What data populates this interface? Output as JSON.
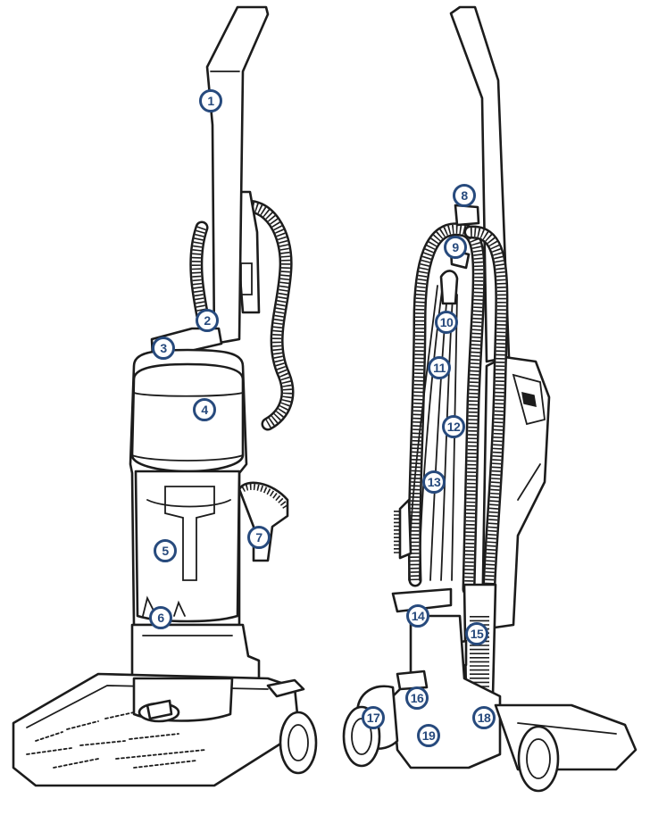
{
  "callouts": [
    {
      "id": "1",
      "label": "1"
    },
    {
      "id": "2",
      "label": "2"
    },
    {
      "id": "3",
      "label": "3"
    },
    {
      "id": "4",
      "label": "4"
    },
    {
      "id": "5",
      "label": "5"
    },
    {
      "id": "6",
      "label": "6"
    },
    {
      "id": "7",
      "label": "7"
    },
    {
      "id": "8",
      "label": "8"
    },
    {
      "id": "9",
      "label": "9"
    },
    {
      "id": "10",
      "label": "10"
    },
    {
      "id": "11",
      "label": "11"
    },
    {
      "id": "12",
      "label": "12"
    },
    {
      "id": "13",
      "label": "13"
    },
    {
      "id": "14",
      "label": "14"
    },
    {
      "id": "15",
      "label": "15"
    },
    {
      "id": "16",
      "label": "16"
    },
    {
      "id": "17",
      "label": "17"
    },
    {
      "id": "18",
      "label": "18"
    },
    {
      "id": "19",
      "label": "19"
    }
  ],
  "colors": {
    "callout_ring": "#274a7d",
    "line_art": "#1c1c1c",
    "background": "#ffffff"
  }
}
